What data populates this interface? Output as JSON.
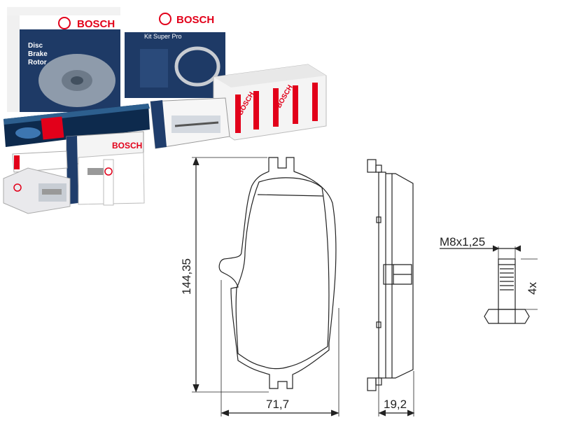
{
  "brand": "BOSCH",
  "products": {
    "rotor_label_1": "Disc",
    "rotor_label_2": "Brake",
    "rotor_label_3": "Rotor",
    "drum_kit_label": "Kit Super Pro"
  },
  "dimensions": {
    "height": "144,35",
    "width": "71,7",
    "thickness": "19,2",
    "thread": "M8x1,25",
    "quantity": "4x"
  },
  "colors": {
    "brand_red": "#e2001a",
    "box_blue": "#1f3d6b",
    "line": "#222222"
  }
}
